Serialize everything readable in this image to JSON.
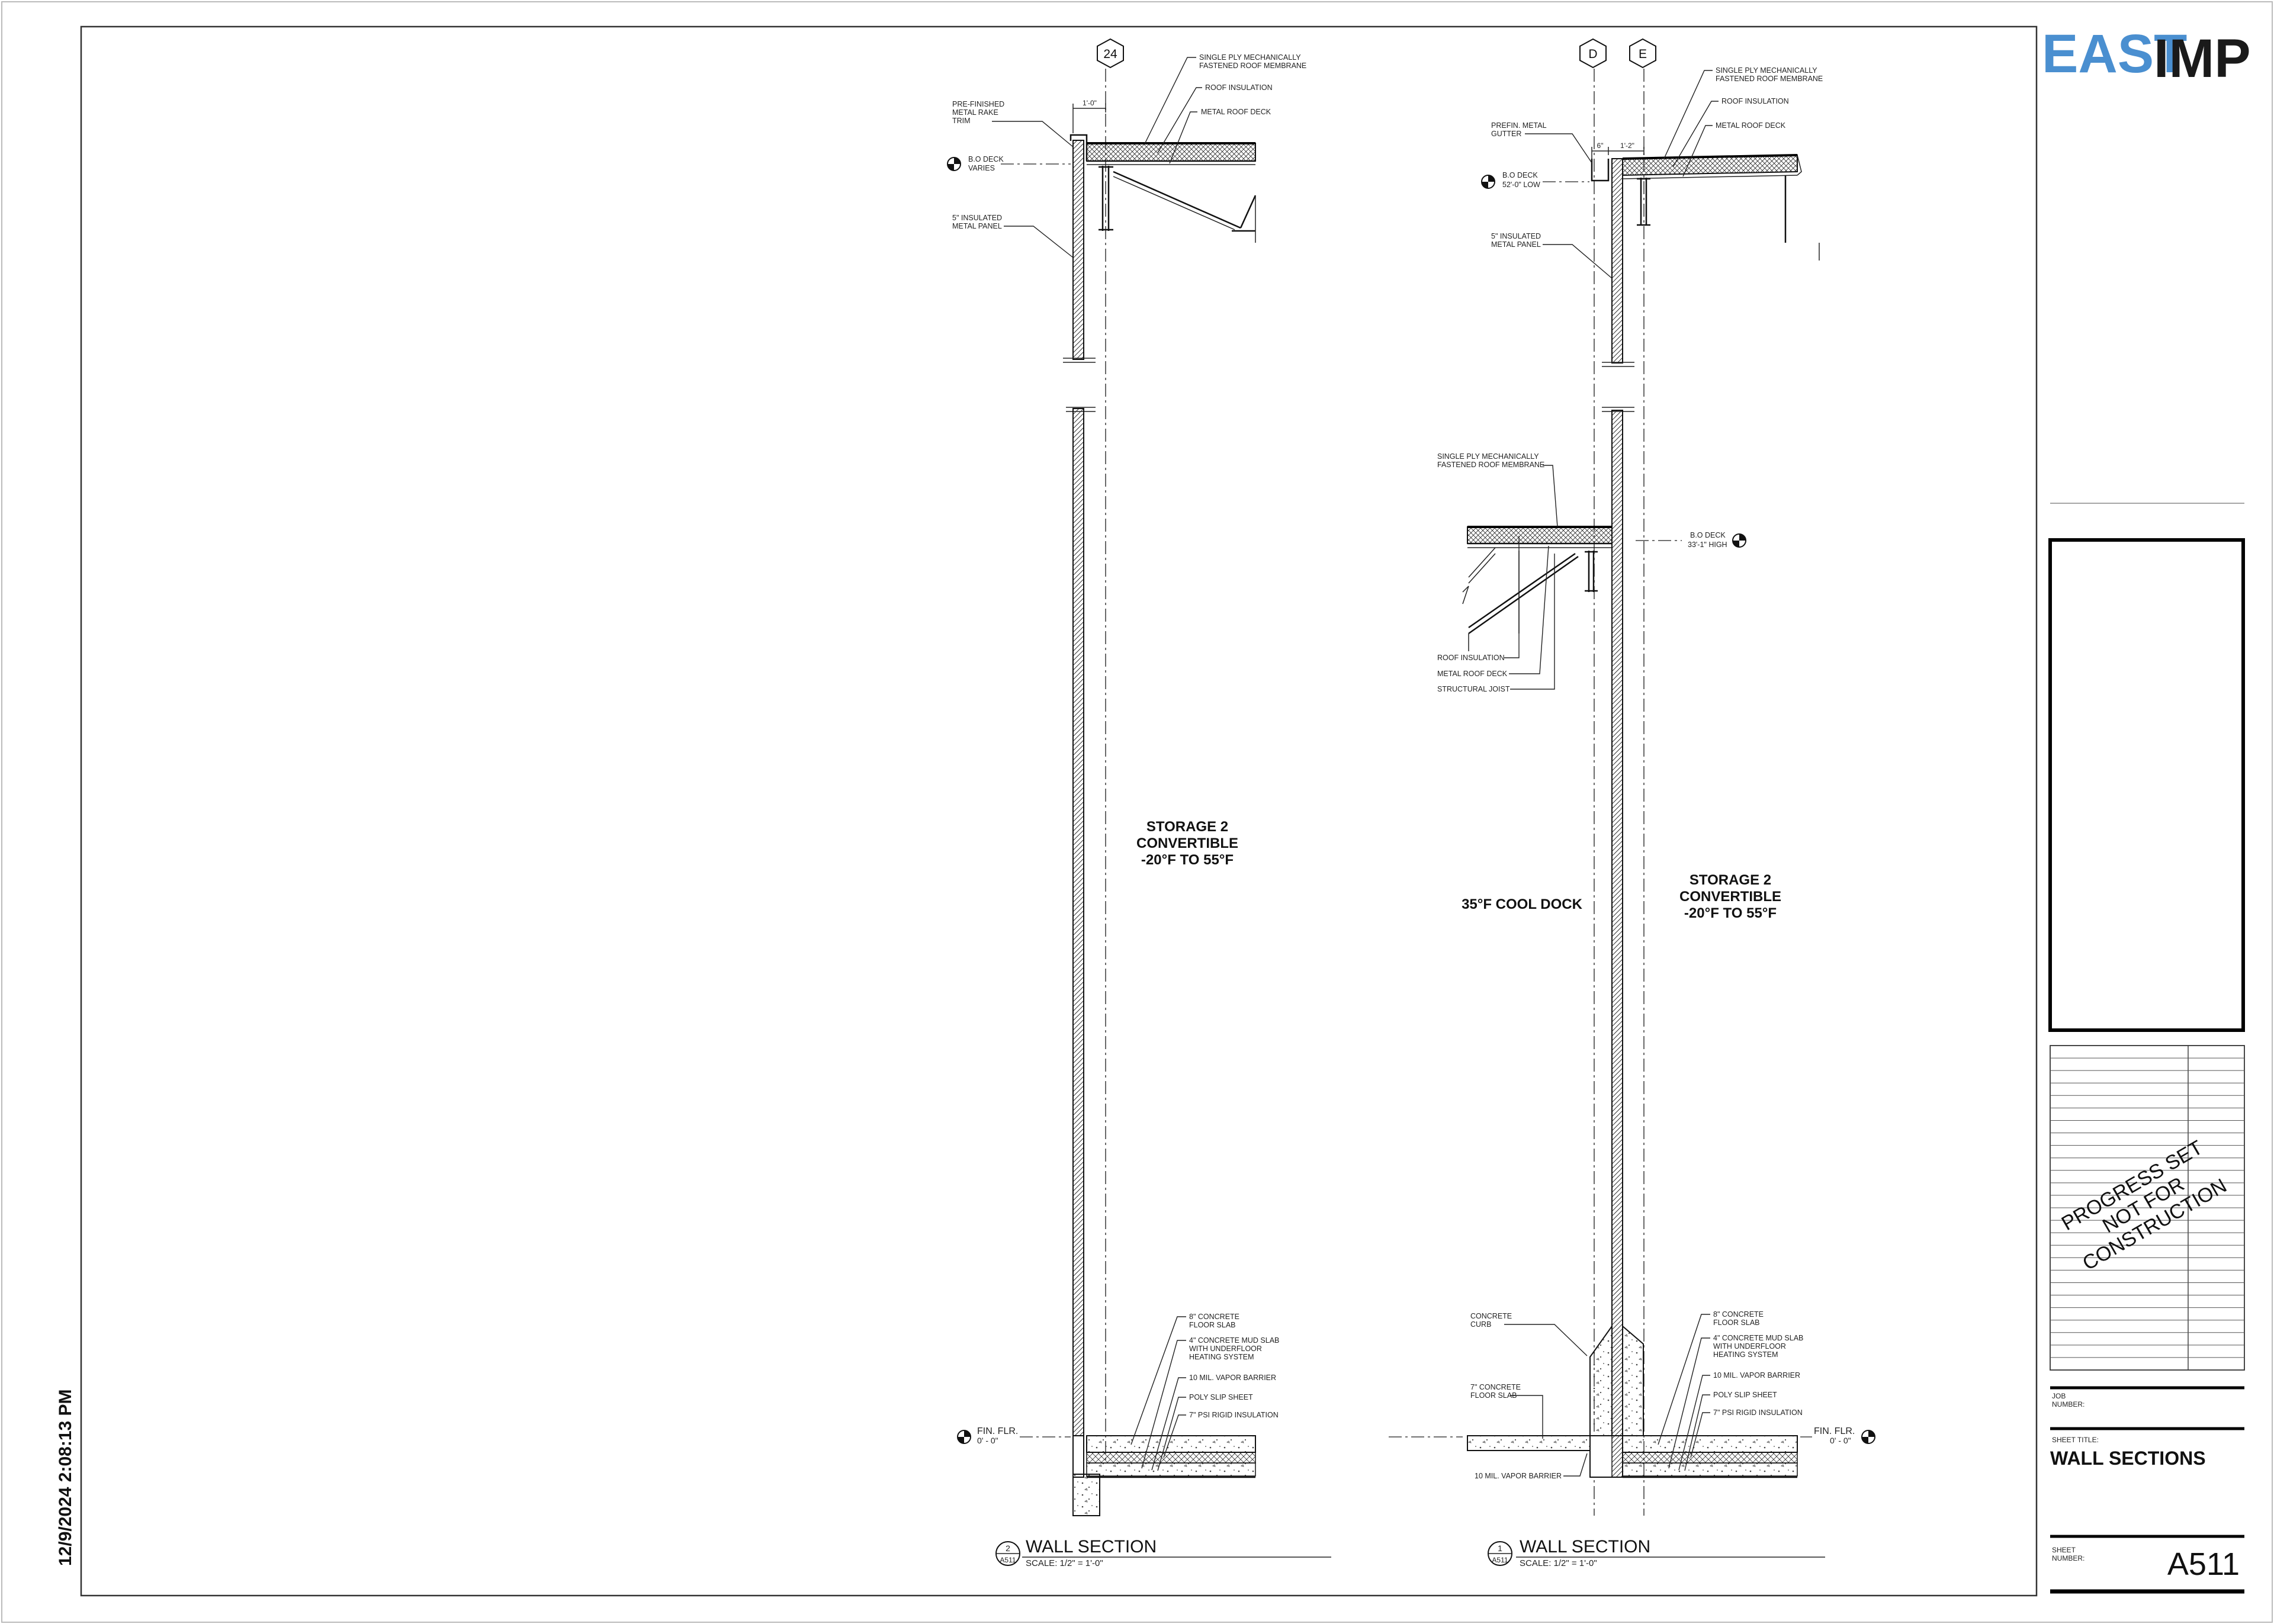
{
  "datestamp": "12/9/2024 2:08:13 PM",
  "logo": {
    "part1": "EAST",
    "part2": "IMP"
  },
  "grid_bubbles": {
    "left": "24",
    "right_d": "D",
    "right_e": "E"
  },
  "section_left": {
    "number": "2",
    "sheet_ref": "A511",
    "title": "WALL SECTION",
    "scale": "SCALE: 1/2\" = 1'-0\"",
    "dim_top": "1'-0\"",
    "room": [
      "STORAGE 2",
      "CONVERTIBLE",
      "-20°F TO 55°F"
    ],
    "notes": {
      "membrane": [
        "SINGLE PLY MECHANICALLY",
        "FASTENED ROOF MEMBRANE"
      ],
      "roof_insulation": "ROOF INSULATION",
      "metal_roof_deck": "METAL ROOF DECK",
      "rake_trim": [
        "PRE-FINISHED",
        "METAL RAKE",
        "TRIM"
      ],
      "bo_deck": [
        "B.O DECK",
        "VARIES"
      ],
      "panel": [
        "5\" INSULATED",
        "METAL PANEL"
      ],
      "floor_slab": [
        "8\" CONCRETE",
        "FLOOR SLAB"
      ],
      "mud_slab": [
        "4\" CONCRETE MUD SLAB",
        "WITH UNDERFLOOR",
        "HEATING SYSTEM"
      ],
      "vapor": "10 MIL. VAPOR BARRIER",
      "poly": "POLY SLIP SHEET",
      "rigid": "7\" PSI RIGID INSULATION",
      "fin_flr": [
        "FIN. FLR.",
        "0' - 0\""
      ]
    }
  },
  "section_right": {
    "number": "1",
    "sheet_ref": "A511",
    "title": "WALL SECTION",
    "scale": "SCALE: 1/2\" = 1'-0\"",
    "dim_a": "6\"",
    "dim_b": "1'-2\"",
    "room_left": "35°F COOL DOCK",
    "room_right": [
      "STORAGE 2",
      "CONVERTIBLE",
      "-20°F TO 55°F"
    ],
    "notes": {
      "membrane": [
        "SINGLE PLY MECHANICALLY",
        "FASTENED ROOF MEMBRANE"
      ],
      "roof_insulation": "ROOF INSULATION",
      "metal_roof_deck": "METAL ROOF DECK",
      "gutter": [
        "PREFIN. METAL",
        "GUTTER"
      ],
      "bo_deck_low": [
        "B.O DECK",
        "52'-0\" LOW"
      ],
      "panel": [
        "5\" INSULATED",
        "METAL PANEL"
      ],
      "low_membrane": [
        "SINGLE PLY MECHANICALLY",
        "FASTENED ROOF MEMBRANE"
      ],
      "bo_deck_high": [
        "B.O DECK",
        "33'-1\" HIGH"
      ],
      "low_insulation": "ROOF INSULATION",
      "low_deck": "METAL ROOF DECK",
      "joist": "STRUCTURAL JOIST",
      "curb": [
        "CONCRETE",
        "CURB"
      ],
      "slab7": [
        "7\" CONCRETE",
        "FLOOR SLAB"
      ],
      "vapor_left": "10 MIL. VAPOR BARRIER",
      "floor_slab": [
        "8\" CONCRETE",
        "FLOOR SLAB"
      ],
      "mud_slab": [
        "4\" CONCRETE MUD SLAB",
        "WITH UNDERFLOOR",
        "HEATING SYSTEM"
      ],
      "vapor": "10 MIL. VAPOR BARRIER",
      "poly": "POLY SLIP SHEET",
      "rigid": "7\" PSI RIGID INSULATION",
      "fin_flr": [
        "FIN. FLR.",
        "0' - 0\""
      ]
    }
  },
  "title_block": {
    "stamp": [
      "PROGRESS SET",
      "NOT FOR",
      "CONSTRUCTION"
    ],
    "job_label": [
      "JOB",
      "NUMBER:"
    ],
    "sheet_title_label": "SHEET TITLE:",
    "sheet_title": "WALL SECTIONS",
    "sheet_number_label": [
      "SHEET",
      "NUMBER:"
    ],
    "sheet_number": "A511"
  },
  "colors": {
    "logo_blue": "#4a8fd0",
    "ink": "#111111"
  }
}
